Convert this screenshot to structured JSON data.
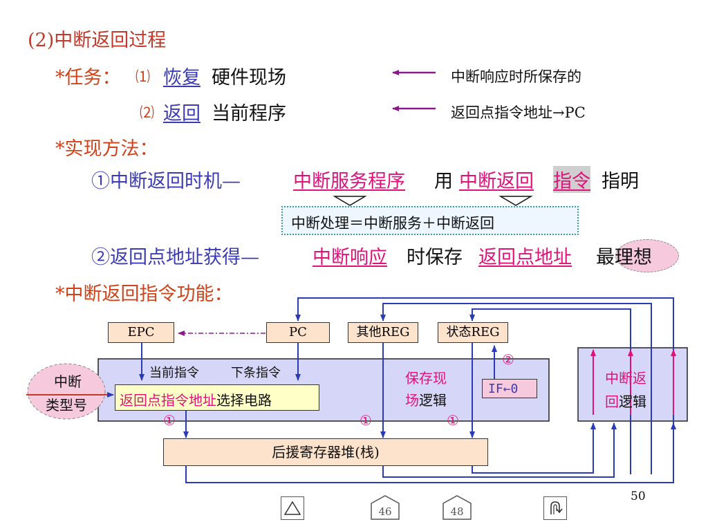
{
  "heading": "(2)中断返回过程",
  "task": {
    "star_label": "*任务：",
    "item1_num": "⑴",
    "item1_link": "恢复",
    "item1_rest": "硬件现场",
    "item1_note": "中断响应时所保存的",
    "item2_num": "⑵",
    "item2_link": "返回",
    "item2_rest": "当前程序",
    "item2_note": "返回点指令地址→PC"
  },
  "method": {
    "star_label": "*实现方法：",
    "line1_prefix": "①中断返回时机—",
    "line1_link1": "中断服务程序",
    "line1_mid": "用",
    "line1_link2": "中断返回",
    "line1_link3": "指令",
    "line1_suffix": "指明",
    "formula": "中断处理＝中断服务＋中断返回",
    "line2_prefix": "②返回点地址获得—",
    "line2_link1": "中断响应",
    "line2_mid": "时保存",
    "line2_link2": "返回点地址",
    "line2_suffix": "最理想"
  },
  "function_label": "*中断返回指令功能：",
  "diagram": {
    "epc": "EPC",
    "pc": "PC",
    "other_reg": "其他REG",
    "status_reg": "状态REG",
    "current_instr": "当前指令",
    "next_instr": "下条指令",
    "select_pink": "返回点指令地址",
    "select_black": "选择电路",
    "save_logic_pink1": "保存现",
    "save_logic_pink2": "场",
    "save_logic_black": "逻辑",
    "if_box": "IF←0",
    "return_logic_pink1": "中断返",
    "return_logic_pink2": "回",
    "return_logic_black": "逻辑",
    "int_type1": "中断",
    "int_type2": "类型号",
    "stack": "后援寄存器堆(栈)",
    "circle1": "①",
    "circle2": "②"
  },
  "page_number": "50",
  "nav": {
    "prev_page": "46",
    "next_page": "48"
  }
}
